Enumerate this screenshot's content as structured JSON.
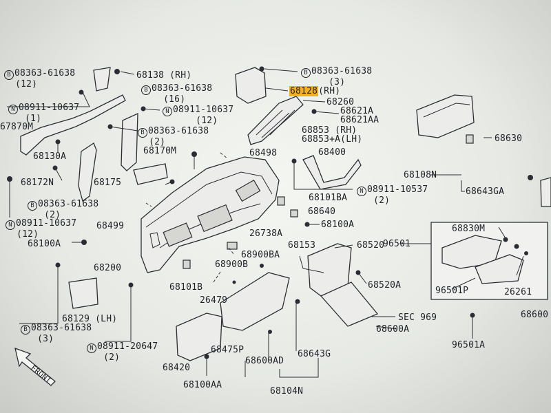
{
  "title": "",
  "labels": [
    {
      "id": "b-08363-61638-tl",
      "prefix": "B",
      "text": "08363-61638",
      "qty": "(12)"
    },
    {
      "id": "p-68138",
      "text": "68138 (RH)"
    },
    {
      "id": "b-08363-61638-mid",
      "prefix": "B",
      "text": "08363-61638",
      "qty": "(16)"
    },
    {
      "id": "n-08911-10637-left",
      "prefix": "N",
      "text": "08911-10637",
      "qty": "(1)"
    },
    {
      "id": "p-67870m",
      "text": "67870M"
    },
    {
      "id": "n-08911-10637-mid",
      "prefix": "N",
      "text": "08911-10637",
      "qty": "(12)"
    },
    {
      "id": "b-08363-61638-top",
      "prefix": "B",
      "text": "08363-61638",
      "qty": "(3)"
    },
    {
      "id": "p-68128",
      "text": "68128",
      "suffix": "(RH)",
      "highlight": true
    },
    {
      "id": "p-68260",
      "text": "68260"
    },
    {
      "id": "p-68621a",
      "text": "68621A"
    },
    {
      "id": "p-68621aa",
      "text": "68621AA"
    },
    {
      "id": "p-68853",
      "text": "68853 (RH)"
    },
    {
      "id": "p-68853a",
      "text": "68853+A(LH)"
    },
    {
      "id": "b-08363-61638-c",
      "prefix": "B",
      "text": "08363-61638",
      "qty": "(2)"
    },
    {
      "id": "p-68130a",
      "text": "68130A"
    },
    {
      "id": "p-68170m",
      "text": "68170M"
    },
    {
      "id": "p-68498",
      "text": "68498"
    },
    {
      "id": "p-68400",
      "text": "68400"
    },
    {
      "id": "p-68630",
      "text": "68630"
    },
    {
      "id": "p-68172n",
      "text": "68172N"
    },
    {
      "id": "p-68175",
      "text": "68175"
    },
    {
      "id": "p-68108n",
      "text": "68108N"
    },
    {
      "id": "p-68643ga",
      "text": "68643GA"
    },
    {
      "id": "n-08911-10537",
      "prefix": "N",
      "text": "08911-10537",
      "qty": "(2)"
    },
    {
      "id": "b-08363-61638-l",
      "prefix": "B",
      "text": "08363-61638",
      "qty": "(2)"
    },
    {
      "id": "p-68101ba",
      "text": "68101BA"
    },
    {
      "id": "n-08911-10637-l",
      "prefix": "N",
      "text": "08911-10637",
      "qty": "(12)"
    },
    {
      "id": "p-68499",
      "text": "68499"
    },
    {
      "id": "p-68640",
      "text": "68640"
    },
    {
      "id": "p-68100a-r",
      "text": "68100A"
    },
    {
      "id": "p-26738a",
      "text": "26738A"
    },
    {
      "id": "p-68830m",
      "text": "68830M"
    },
    {
      "id": "p-68100a-l",
      "text": "68100A"
    },
    {
      "id": "p-68900ba",
      "text": "68900BA"
    },
    {
      "id": "p-68153",
      "text": "68153"
    },
    {
      "id": "p-68520",
      "text": "68520"
    },
    {
      "id": "p-96501",
      "text": "96501"
    },
    {
      "id": "p-68200",
      "text": "68200"
    },
    {
      "id": "p-68900b",
      "text": "68900B"
    },
    {
      "id": "p-68520a",
      "text": "68520A"
    },
    {
      "id": "p-68101b",
      "text": "68101B"
    },
    {
      "id": "p-96501p",
      "text": "96501P"
    },
    {
      "id": "p-26261",
      "text": "26261"
    },
    {
      "id": "p-26479",
      "text": "26479"
    },
    {
      "id": "p-68129",
      "text": "68129 (LH)"
    },
    {
      "id": "p-sec969",
      "text": "SEC 969"
    },
    {
      "id": "p-68600",
      "text": "68600"
    },
    {
      "id": "b-08363-61638-bl",
      "prefix": "B",
      "text": "08363-61638",
      "qty": "(3)"
    },
    {
      "id": "p-68600a",
      "text": "68600A"
    },
    {
      "id": "n-08911-20647",
      "prefix": "N",
      "text": "08911-20647",
      "qty": "(2)"
    },
    {
      "id": "p-68475p",
      "text": "68475P"
    },
    {
      "id": "p-68643g",
      "text": "68643G"
    },
    {
      "id": "p-96501a",
      "text": "96501A"
    },
    {
      "id": "p-68420",
      "text": "68420"
    },
    {
      "id": "p-68600ad",
      "text": "68600AD"
    },
    {
      "id": "p-68100aa",
      "text": "68100AA"
    },
    {
      "id": "p-68104n",
      "text": "68104N"
    },
    {
      "id": "front",
      "text": "FRONT"
    }
  ],
  "colors": {
    "ink": "#1e2128",
    "highlight": "#f3b023"
  }
}
